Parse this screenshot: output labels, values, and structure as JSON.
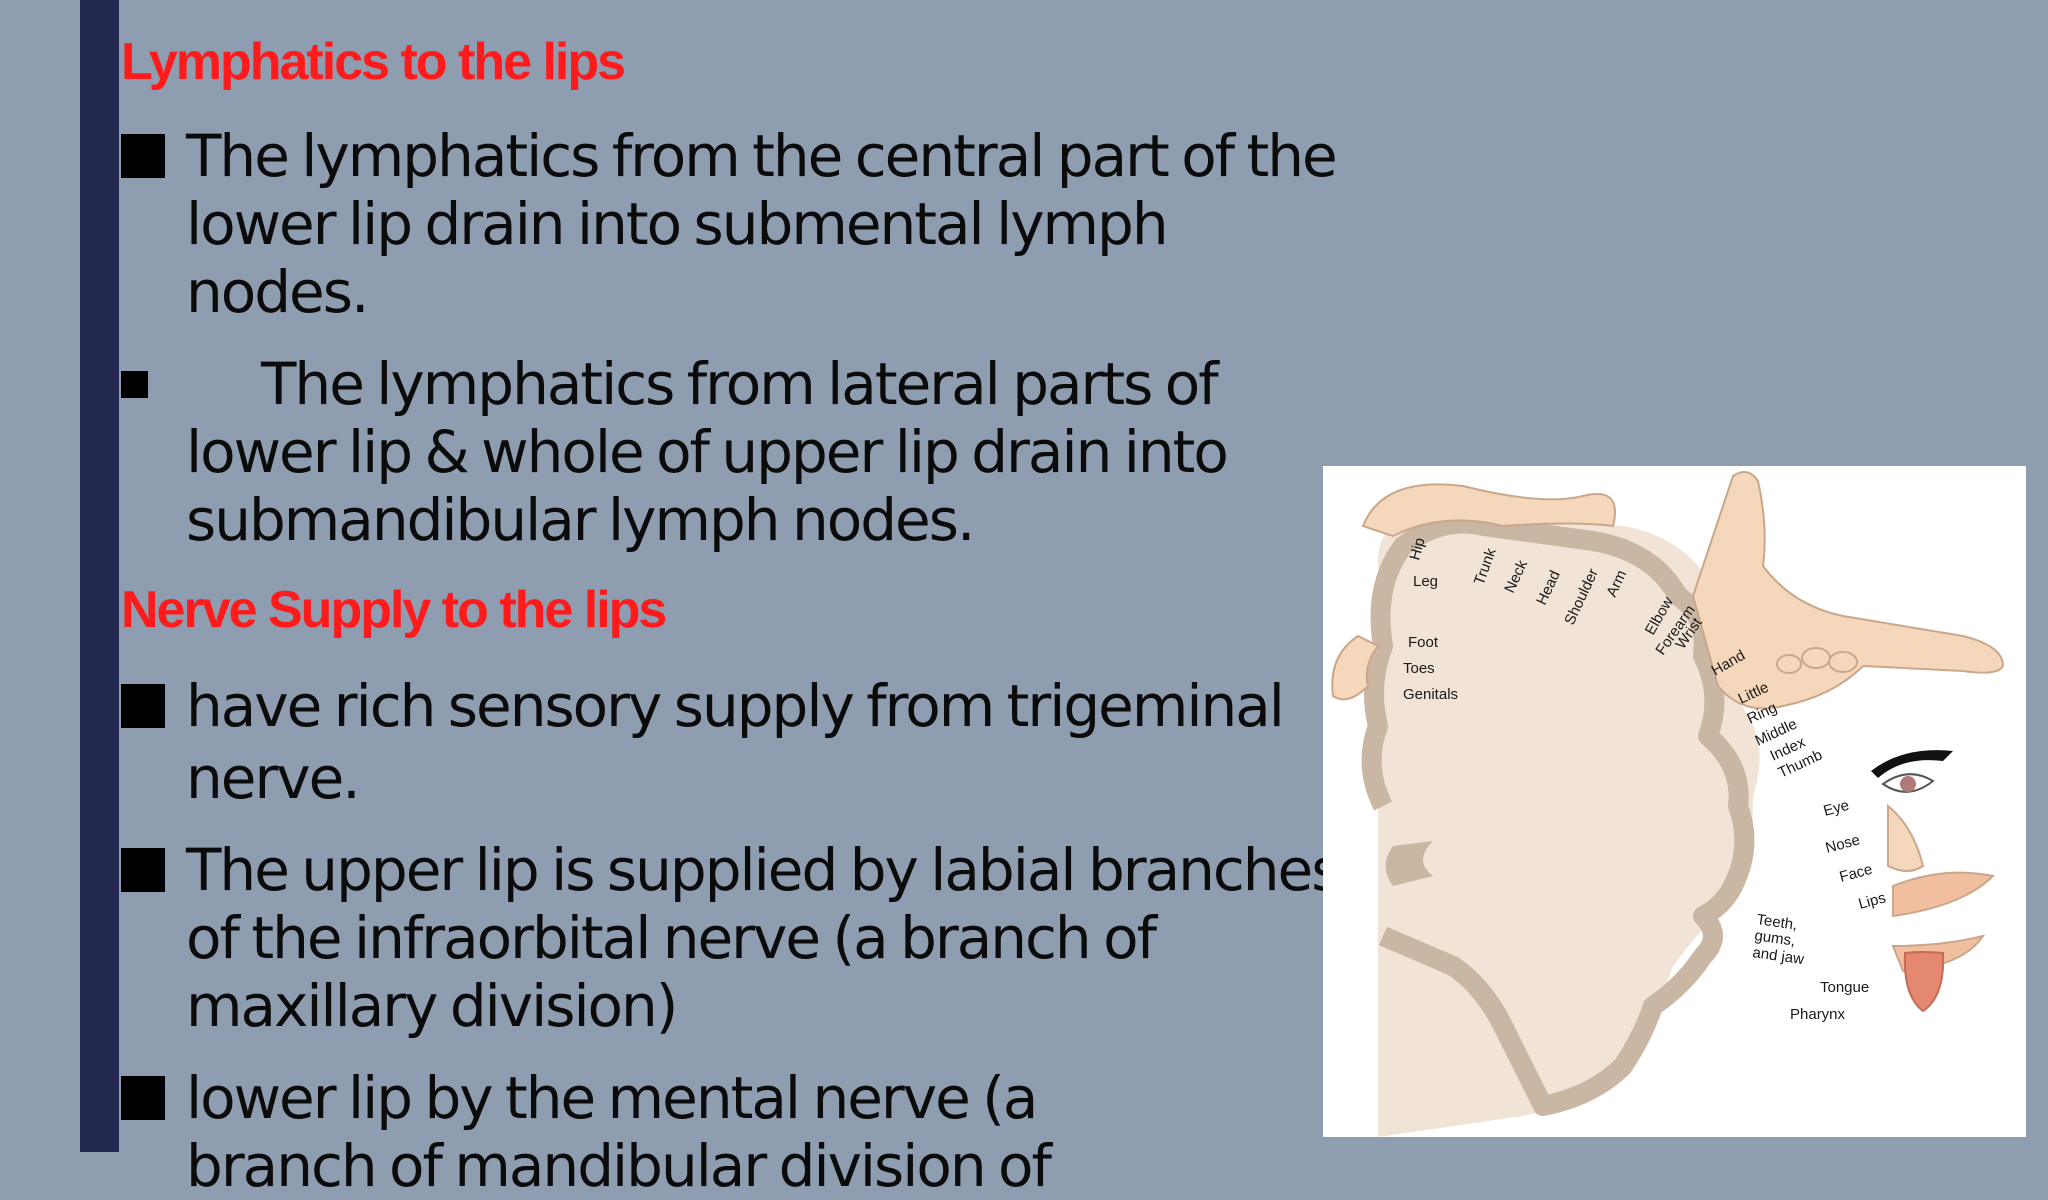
{
  "headings": {
    "lymphatics": "Lymphatics to the lips",
    "nerve": "Nerve Supply to the lips"
  },
  "lymphatics_bullets": [
    [
      "The lymphatics from the central part of the",
      "lower lip  drain into submental lymph",
      "nodes."
    ],
    [
      "The lymphatics from lateral parts of",
      "lower lip & whole of upper lip drain into",
      "submandibular lymph nodes."
    ]
  ],
  "nerve_bullets": [
    [
      "have rich sensory supply from trigeminal",
      "nerve."
    ],
    [
      "The upper lip is supplied by labial branches",
      "of the  infraorbital nerve (a branch of",
      "maxillary division)"
    ],
    [
      "lower lip by the mental nerve (a",
      "branch of mandibular division of"
    ]
  ],
  "homunculus": {
    "labels": {
      "hip": "Hip",
      "leg": "Leg",
      "trunk": "Trunk",
      "neck": "Neck",
      "head": "Head",
      "shoulder": "Shoulder",
      "arm": "Arm",
      "elbow": "Elbow",
      "forearm": "Forearm",
      "wrist": "Wrist",
      "hand": "Hand",
      "little": "Little",
      "ring": "Ring",
      "middle": "Middle",
      "index": "Index",
      "thumb": "Thumb",
      "eye": "Eye",
      "nose": "Nose",
      "face": "Face",
      "lips": "Lips",
      "teeth1": "Teeth,",
      "teeth2": "gums,",
      "teeth3": "and jaw",
      "tongue": "Tongue",
      "pharynx": "Pharynx",
      "foot": "Foot",
      "toes": "Toes",
      "genitals": "Genitals"
    },
    "colors": {
      "cortex": "#c9b6a3",
      "brain": "#f1e4d6",
      "skin": "#f5d8bc",
      "tongue": "#e58872"
    }
  }
}
